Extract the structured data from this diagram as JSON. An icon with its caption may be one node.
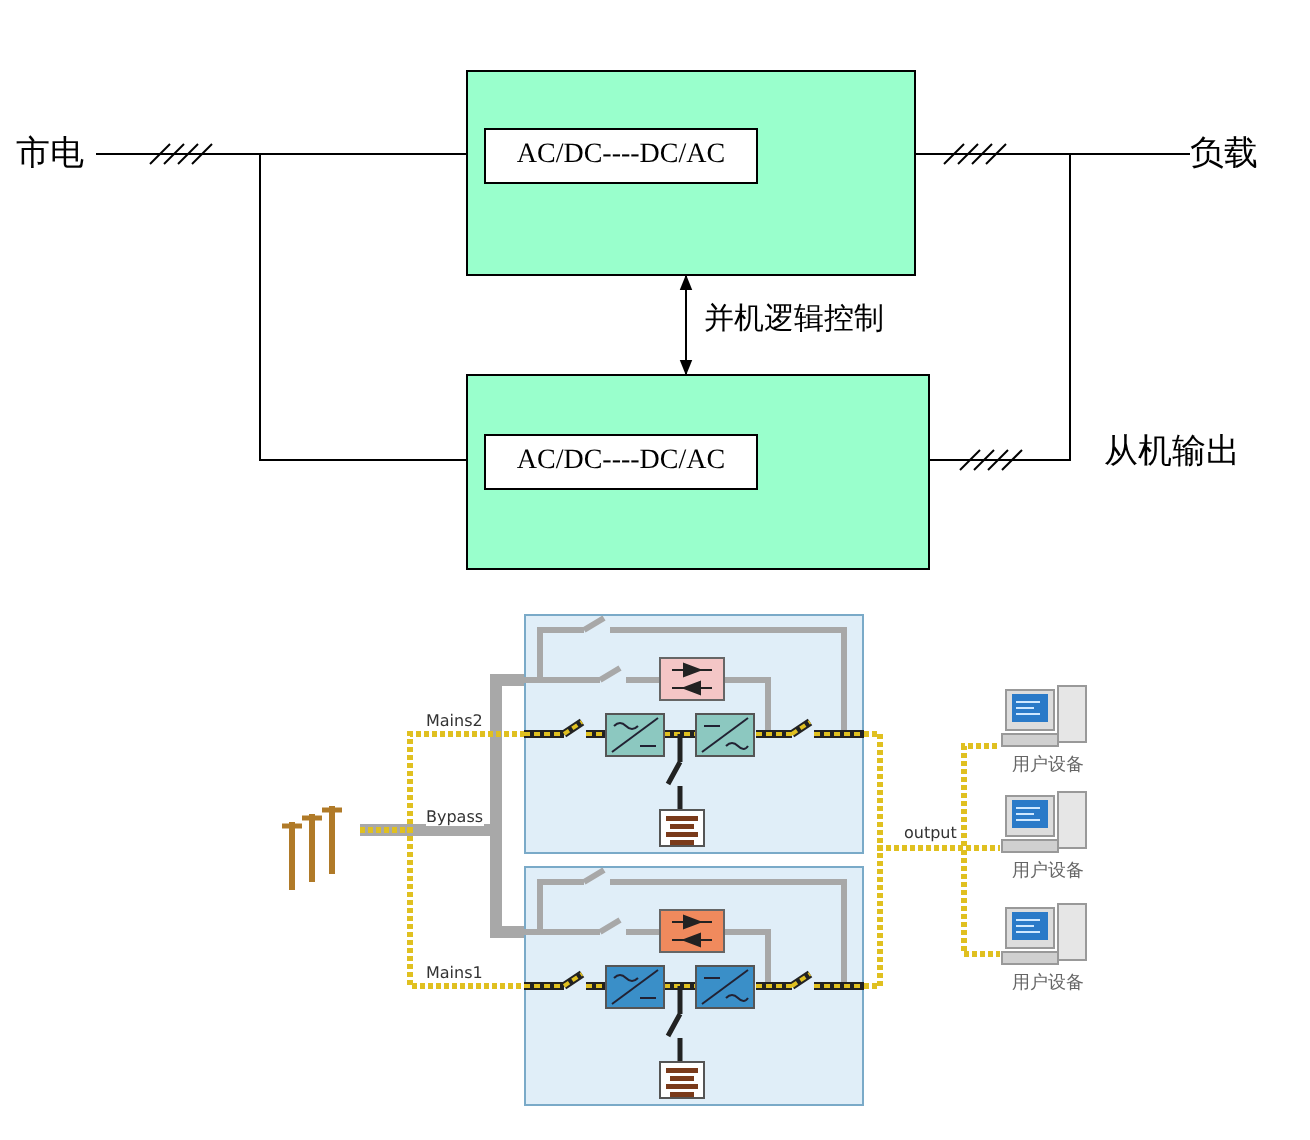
{
  "diagram": {
    "nodes": [
      {
        "text": [
          "市电"
        ]
      },
      {
        "text": [],
        "shape": "box"
      },
      {
        "text": [
          "AC/DC----DC/AC"
        ],
        "in": 1
      },
      {
        "text": [],
        "shape": "box"
      },
      {
        "text": [
          "AC/DC----DC/AC"
        ],
        "in": 3
      },
      {
        "text": [
          "负载"
        ]
      },
      {
        "text": [],
        "shape": "picture"
      },
      {
        "text": [],
        "shape": "box"
      },
      {
        "text": [],
        "shape": "box"
      },
      {
        "text": [
          "用户设备"
        ]
      },
      {
        "text": [
          "用户设备"
        ]
      },
      {
        "text": [
          "用户设备"
        ]
      }
    ],
    "edges": [
      {
        "from": 0,
        "to": 2,
        "arrow": "none",
        "color": "#000000"
      },
      {
        "from": 0,
        "to": 4,
        "arrow": "none",
        "color": "#000000"
      },
      {
        "from": 2,
        "to": 5,
        "arrow": "none",
        "color": "#000000"
      },
      {
        "from": 4,
        "to": 5,
        "arrow": "none",
        "color": "#000000"
      },
      {
        "from": 1,
        "to": 3,
        "arrow": "both",
        "label": "并机逻辑控制",
        "color": "#000000"
      },
      {
        "from": 6,
        "to": 7,
        "arrow": "none",
        "label": "Mains2",
        "style": "dashed",
        "color": "#e0c020"
      },
      {
        "from": 6,
        "to": 8,
        "arrow": "none",
        "label": "Mains1",
        "style": "dashed",
        "color": "#e0c020"
      },
      {
        "from": 6,
        "to": 7,
        "arrow": "none",
        "label": "Bypass",
        "style": "thick",
        "color": "#a8a8a8"
      },
      {
        "from": 6,
        "to": 8,
        "arrow": "none",
        "style": "thick",
        "color": "#a8a8a8"
      },
      {
        "from": 7,
        "to": 9,
        "arrow": "none",
        "label": "output",
        "style": "dashed",
        "color": "#e0c020"
      },
      {
        "from": 7,
        "to": 10,
        "arrow": "none",
        "style": "dashed",
        "color": "#e0c020"
      },
      {
        "from": 7,
        "to": 11,
        "arrow": "none",
        "style": "dashed",
        "color": "#e0c020"
      },
      {
        "from": 8,
        "to": 9,
        "arrow": "none",
        "style": "dashed",
        "color": "#e0c020"
      },
      {
        "from": 8,
        "to": 10,
        "arrow": "none",
        "style": "dashed",
        "color": "#e0c020"
      },
      {
        "from": 8,
        "to": 11,
        "arrow": "none",
        "style": "dashed",
        "color": "#e0c020"
      }
    ],
    "labels": [
      "从机输出"
    ]
  }
}
